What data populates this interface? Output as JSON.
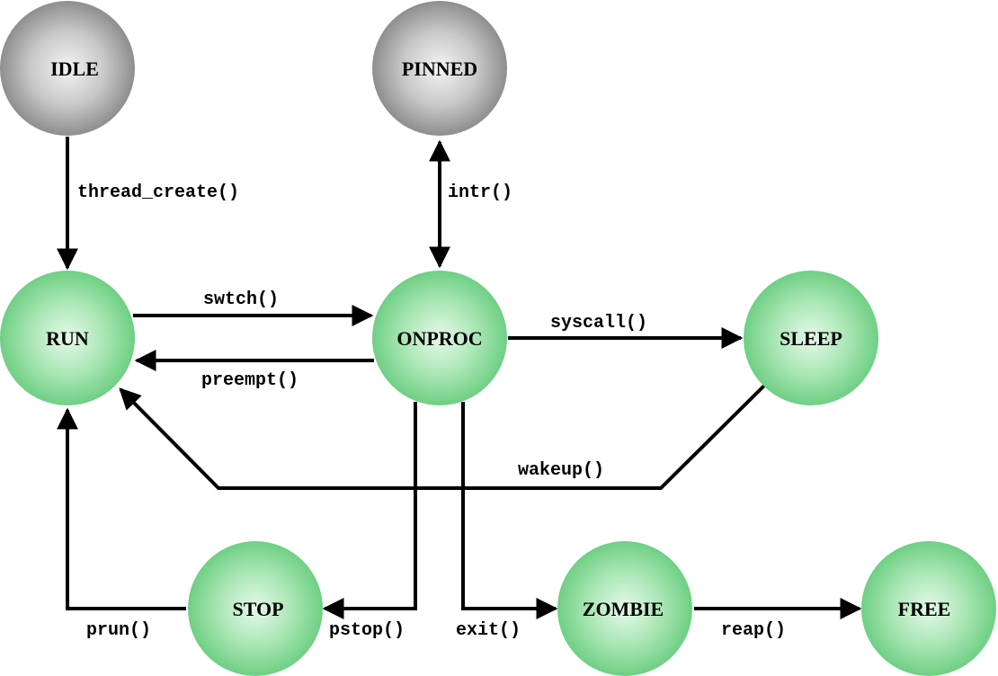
{
  "states": {
    "idle": "IDLE",
    "pinned": "PINNED",
    "run": "RUN",
    "onproc": "ONPROC",
    "sleep": "SLEEP",
    "stop": "STOP",
    "zombie": "ZOMBIE",
    "free": "FREE"
  },
  "transitions": {
    "thread_create": "thread_create()",
    "intr": "intr()",
    "swtch": "swtch()",
    "preempt": "preempt()",
    "syscall": "syscall()",
    "wakeup": "wakeup()",
    "prun": "prun()",
    "pstop": "pstop()",
    "exit": "exit()",
    "reap": "reap()"
  },
  "colors": {
    "active_state": "#8ad99a",
    "inactive_state": "#b4b4b4",
    "edge": "#000000"
  }
}
